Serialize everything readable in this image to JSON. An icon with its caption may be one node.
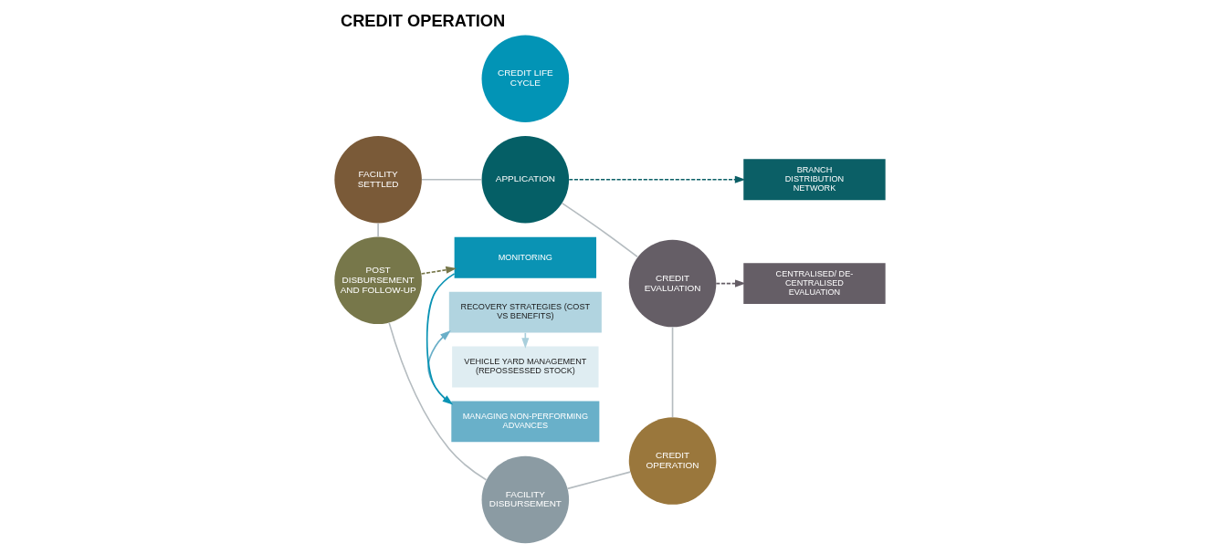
{
  "diagram": {
    "title": "CREDIT OPERATION",
    "nodes": [
      {
        "text": [
          "VEHICLE YARD MANAGEMENT (REPOSSESSED STOCK)"
        ]
      },
      {
        "text": [
          "RECOVERY STRATEGIES (COST VS BENEFITS)"
        ]
      },
      {
        "text": [
          "MANAGING NON-PERFORMING ADVANCES"
        ]
      },
      {
        "text": [
          "MONITORING"
        ]
      },
      {
        "text": [
          "APPLICATION"
        ]
      },
      {
        "text": [
          "FACILITY SETTLED"
        ]
      },
      {
        "text": [
          "CREDIT EVALUATION"
        ]
      },
      {
        "text": [
          "CREDIT LIFE CYCLE"
        ]
      },
      {
        "text": [
          "POST DISBURSEMENT AND FOLLOW-UP"
        ]
      },
      {
        "text": [
          "CREDIT OPERATION"
        ]
      },
      {
        "text": [
          "FACILITY DISBURSEMENT"
        ]
      },
      {
        "text": [
          "BRANCH DISTRIBUTION NETWORK"
        ]
      },
      {
        "text": [
          "CENTRALISED/ DE-CENTRALISED EVALUATION"
        ]
      }
    ],
    "edges": [
      {
        "from": 4,
        "to": 11,
        "arrow": "to",
        "style": "dashed",
        "color": "#0b5f66"
      },
      {
        "from": 6,
        "to": 12,
        "arrow": "to",
        "style": "dashed",
        "color": "#655e66"
      },
      {
        "from": 8,
        "to": 3,
        "arrow": "to",
        "style": "dashed",
        "color": "#77774a"
      },
      {
        "from": 3,
        "to": 2,
        "arrow": "to",
        "color": "#0a93b4"
      },
      {
        "from": 2,
        "to": 1,
        "arrow": "to",
        "color": "#6aafc8"
      },
      {
        "from": 1,
        "to": 0,
        "arrow": "to",
        "color": "#a9cfdc"
      },
      {
        "from": 5,
        "to": 4,
        "arrow": "none"
      },
      {
        "from": 4,
        "to": 6,
        "arrow": "none"
      },
      {
        "from": 6,
        "to": 9,
        "arrow": "none"
      },
      {
        "from": 10,
        "to": 9,
        "arrow": "none"
      },
      {
        "from": 8,
        "to": 10,
        "arrow": "none"
      },
      {
        "from": 5,
        "to": 8,
        "arrow": "none"
      }
    ]
  }
}
